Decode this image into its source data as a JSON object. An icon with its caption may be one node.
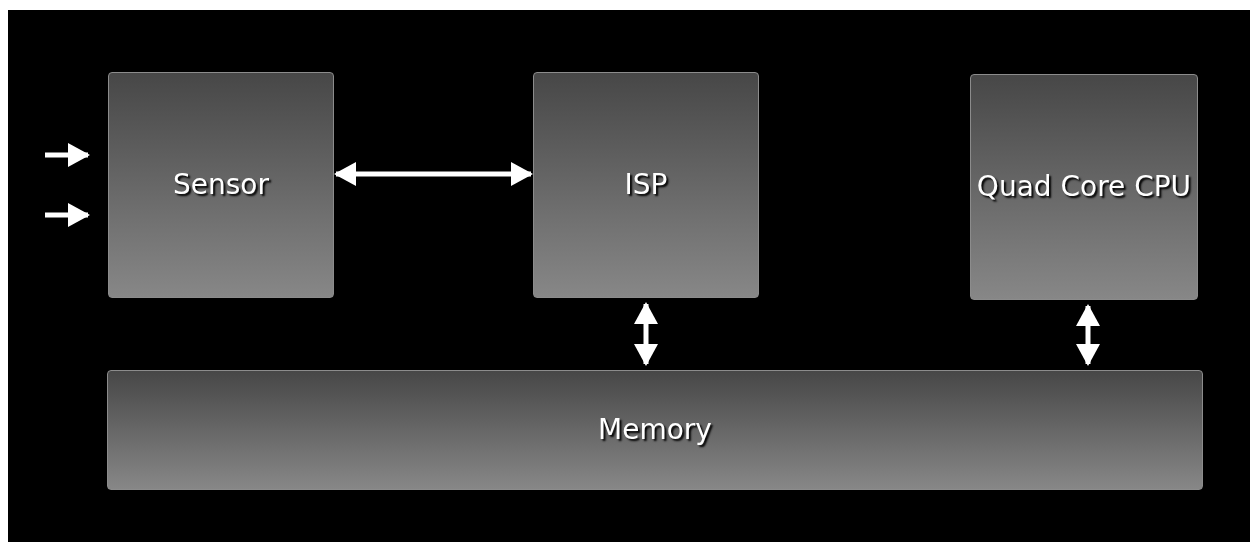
{
  "diagram": {
    "nodes": [
      {
        "text": [
          "Sensor"
        ]
      },
      {
        "text": [
          "ISP"
        ]
      },
      {
        "text": [
          "Quad Core CPU"
        ]
      },
      {
        "text": [
          "Memory"
        ]
      }
    ],
    "edges": [
      {
        "from": null,
        "to": 0,
        "arrow": "to"
      },
      {
        "from": null,
        "to": 0,
        "arrow": "to"
      },
      {
        "from": 0,
        "to": 1,
        "arrow": "both"
      },
      {
        "from": 1,
        "to": 3,
        "arrow": "both"
      },
      {
        "from": 2,
        "to": 3,
        "arrow": "both"
      }
    ]
  }
}
